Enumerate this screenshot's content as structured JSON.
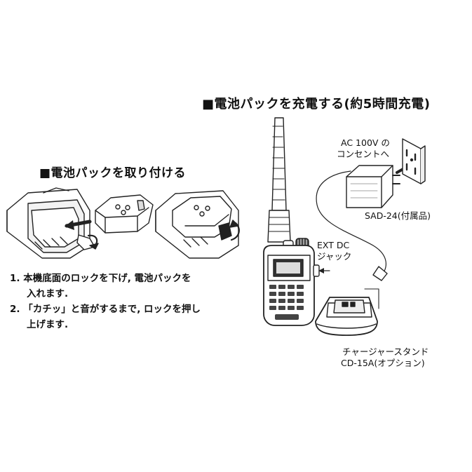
{
  "charge_section": {
    "heading": "■電池パックを充電する(約5時間充電)",
    "labels": {
      "ac_outlet_line1": "AC 100V の",
      "ac_outlet_line2": "コンセントへ",
      "adapter": "SAD-24(付属品)",
      "ext_dc_line1": "EXT DC",
      "ext_dc_line2": "ジャック",
      "stand_line1": "チャージャースタンド",
      "stand_line2": "CD-15A(オプション)"
    }
  },
  "attach_section": {
    "heading": "■電池パックを取り付ける",
    "steps": [
      {
        "line1": "1. 本機底面のロックを下げ, 電池パックを",
        "line2": "入れます."
      },
      {
        "line1": "2. 「カチッ」と音がするまで, ロックを押し",
        "line2": "上げます."
      }
    ]
  }
}
